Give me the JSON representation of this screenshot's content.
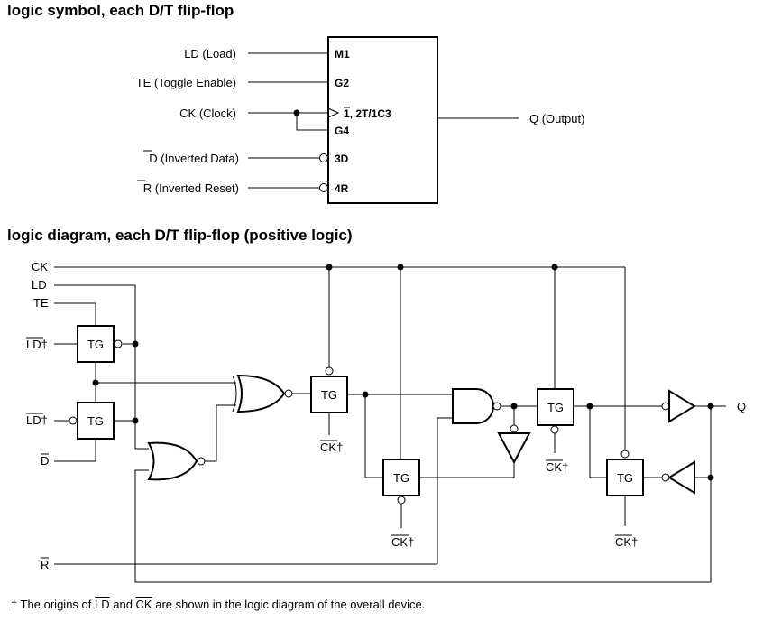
{
  "headings": {
    "symbol": "logic symbol, each D/T flip-flop",
    "diagram": "logic diagram, each D/T flip-flop (positive logic)"
  },
  "symbol": {
    "inputs": {
      "ld": "LD (Load)",
      "te": "TE (Toggle Enable)",
      "ck": "CK (Clock)",
      "d_bar": "D",
      "d_rest": " (Inverted Data)",
      "r_bar": "R",
      "r_rest": " (Inverted Reset)"
    },
    "output": "Q (Output)",
    "pins": {
      "m1": "M1",
      "g2": "G2",
      "clock_bar": "1",
      "clock_rest": ", 2T/1C3",
      "g4": "G4",
      "d3": "3D",
      "r4": "4R"
    }
  },
  "diagram": {
    "inputs": {
      "ck": "CK",
      "ld": "LD",
      "te": "TE",
      "ld_dag": "LD",
      "d": "D",
      "r": "R"
    },
    "dagger": "†",
    "tg_label": "TG",
    "ck_dag": "CK",
    "output": "Q"
  },
  "footnote": {
    "dagger": "†",
    "pre": " The origins of ",
    "ld": "LD",
    "mid": " and ",
    "ck": "CK",
    "post": " are shown in the logic diagram of the overall device."
  }
}
